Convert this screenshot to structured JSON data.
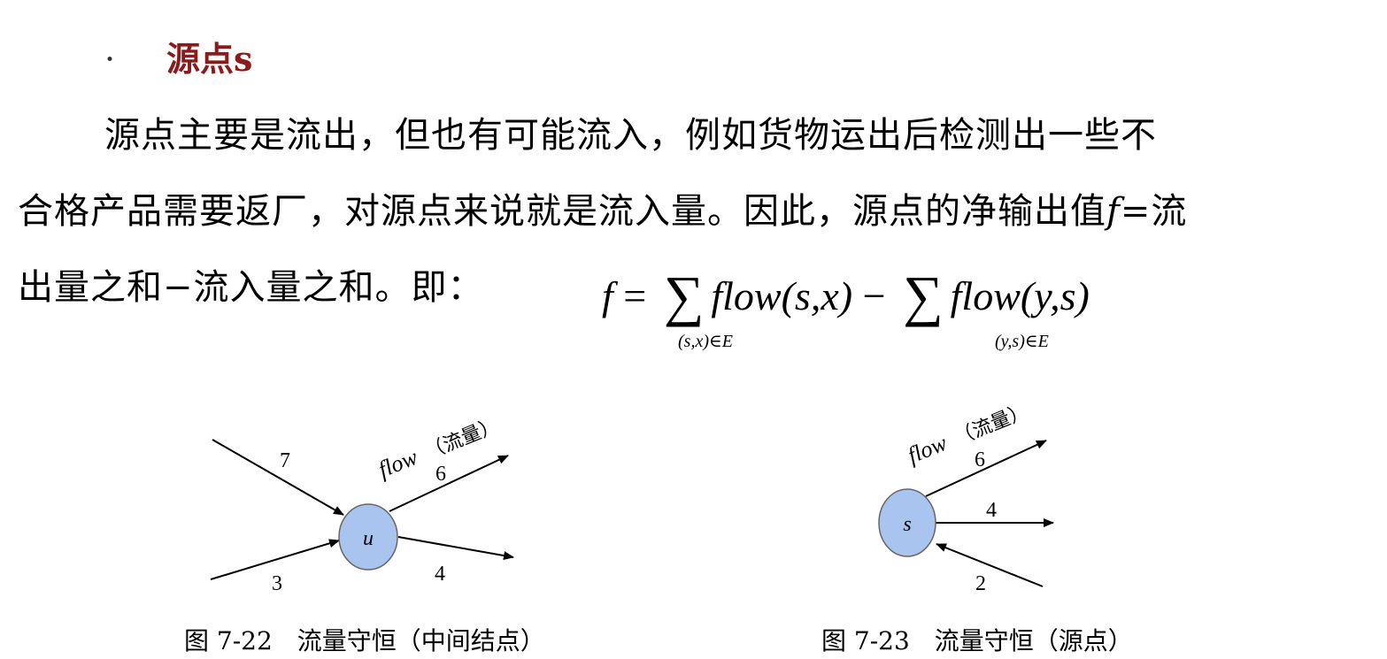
{
  "heading": {
    "bullet": "·",
    "text": "源点s"
  },
  "paragraph": {
    "line1": "源点主要是流出，但也有可能流入，例如货物运出后检测出一些不",
    "line2_a": "合格产品需要返厂，对源点来说就是流入量。因此，源点的净输出值",
    "line2_f": "f",
    "line2_b": "=流",
    "line3": "出量之和−流入量之和。即："
  },
  "formula": {
    "lhs": "f",
    "eq": " = ",
    "sigma": "∑",
    "term1": "flow(s,x)",
    "minus": " − ",
    "term2": "flow(y,s)",
    "sub1": "(s,x)∈E",
    "sub2": "(y,s)∈E"
  },
  "figure_left": {
    "node_label": "u",
    "in_edge_top": "7",
    "in_edge_bottom": "3",
    "out_edge_top": "6",
    "out_edge_bottom": "4",
    "flow_word": "flow",
    "flow_note": "（流量）",
    "caption": "图 7-22　流量守恒（中间结点）",
    "node_color": "#a9c4ef"
  },
  "figure_right": {
    "node_label": "s",
    "out_edge_top": "6",
    "out_edge_mid": "4",
    "in_edge_bottom": "2",
    "flow_word": "flow",
    "flow_note": "（流量）",
    "caption": "图 7-23　流量守恒（源点）",
    "node_color": "#a9c4ef"
  },
  "colors": {
    "heading": "#8b1a1a",
    "node_fill": "#a9c4ef",
    "node_stroke": "#666666"
  }
}
